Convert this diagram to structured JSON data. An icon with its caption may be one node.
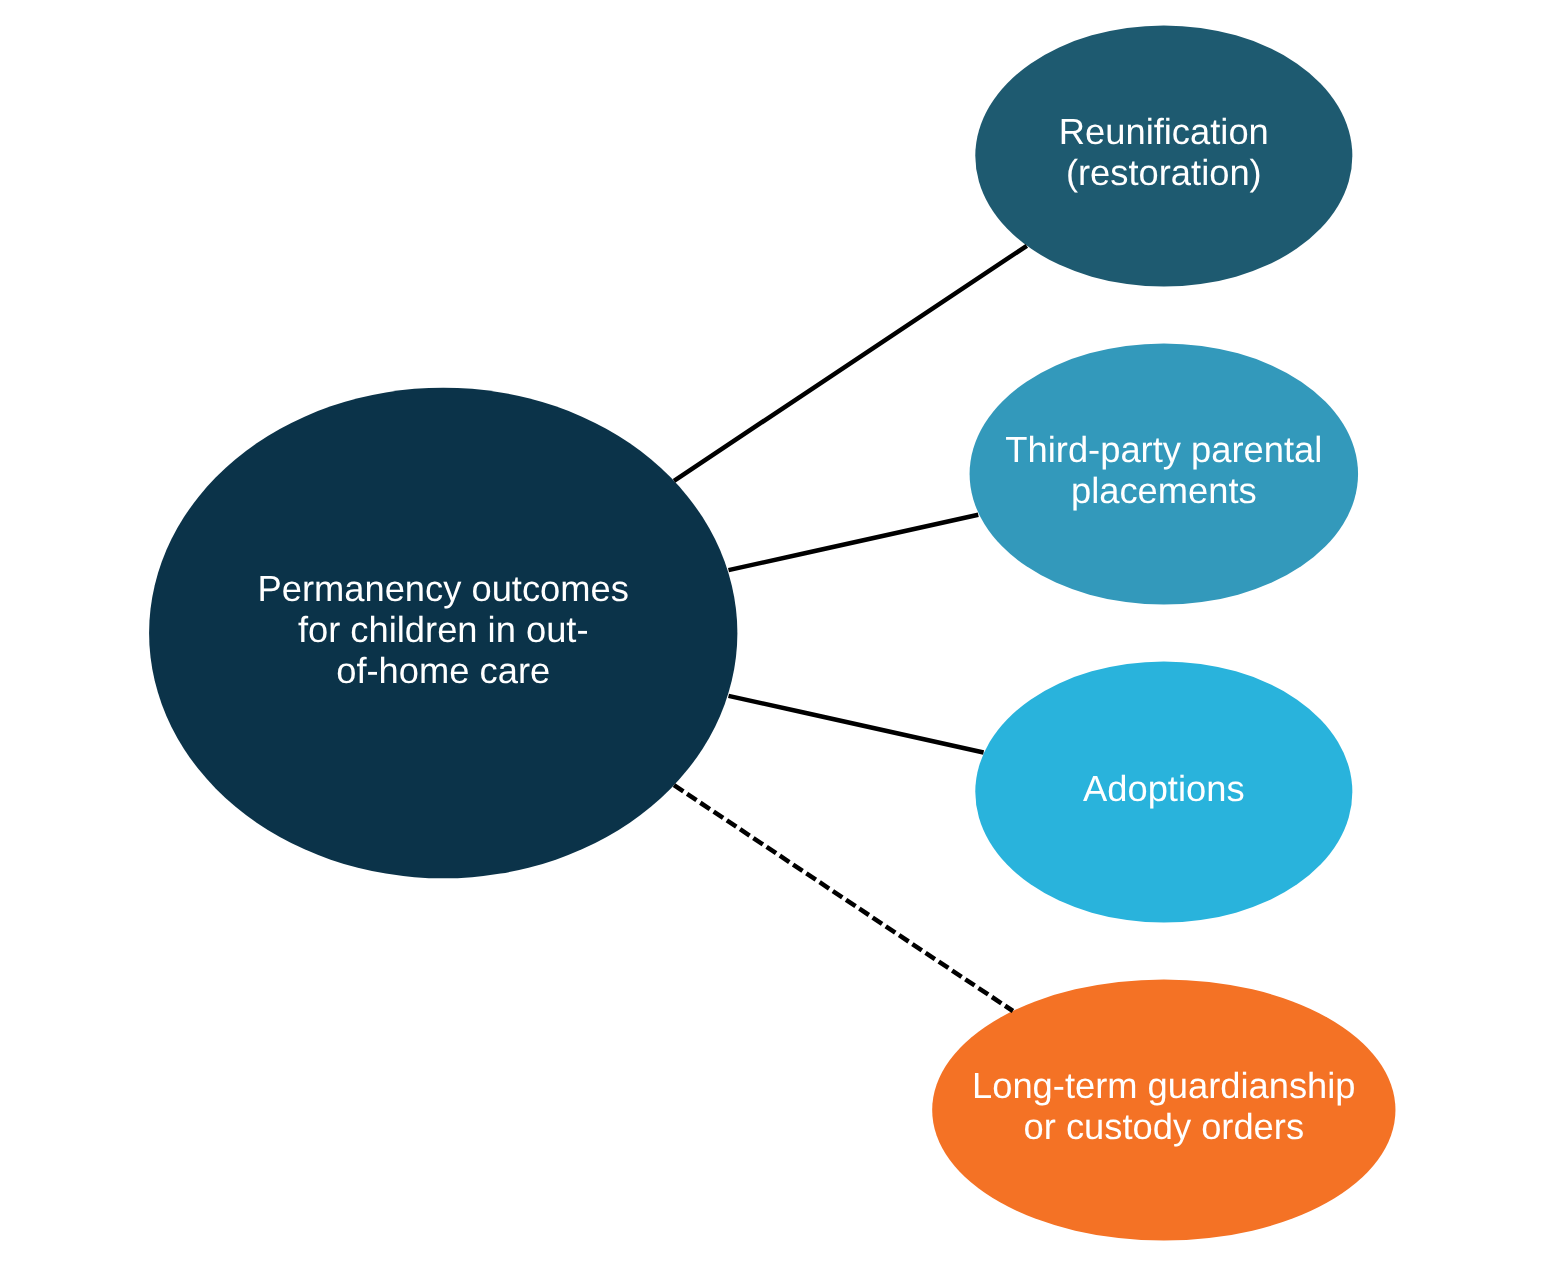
{
  "diagram": {
    "nodes": [
      {
        "text": [
          "Permanency outcomes for children in out-of-home care"
        ]
      },
      {
        "text": [
          "Reunification (restoration)"
        ]
      },
      {
        "text": [
          "Third-party parental placements"
        ]
      },
      {
        "text": [
          "Adoptions"
        ]
      },
      {
        "text": [
          "Long-term guardianship or custody orders"
        ]
      }
    ],
    "edges": [
      {
        "from": 0,
        "to": 1,
        "arrow": "none"
      },
      {
        "from": 0,
        "to": 2,
        "arrow": "none"
      },
      {
        "from": 0,
        "to": 3,
        "arrow": "none"
      },
      {
        "from": 0,
        "to": 4,
        "arrow": "none",
        "style": "dashed"
      }
    ]
  }
}
